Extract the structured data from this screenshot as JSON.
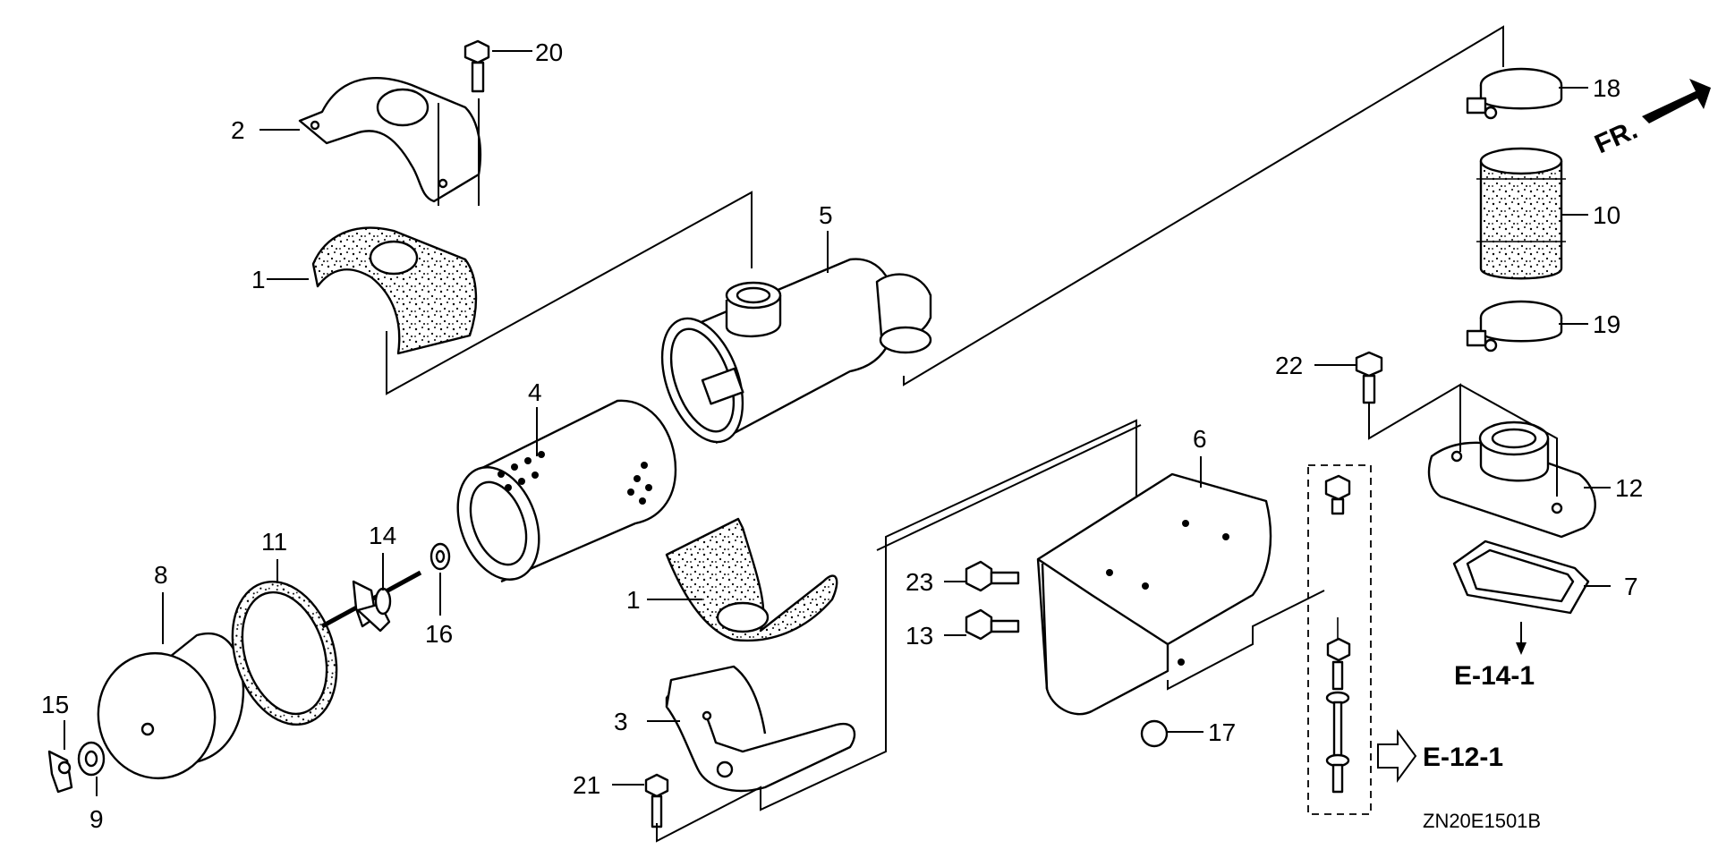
{
  "callouts": {
    "c1a": "1",
    "c1b": "1",
    "c2": "2",
    "c3": "3",
    "c4": "4",
    "c5": "5",
    "c6": "6",
    "c7": "7",
    "c8": "8",
    "c9": "9",
    "c10": "10",
    "c11": "11",
    "c12": "12",
    "c13": "13",
    "c14": "14",
    "c15": "15",
    "c16": "16",
    "c17": "17",
    "c18": "18",
    "c19": "19",
    "c20": "20",
    "c21": "21",
    "c22": "22",
    "c23": "23"
  },
  "references": {
    "ref_e14": "E-14-1",
    "ref_e12": "E-12-1",
    "front_marker": "FR."
  },
  "diagram_code": "ZN20E1501B"
}
